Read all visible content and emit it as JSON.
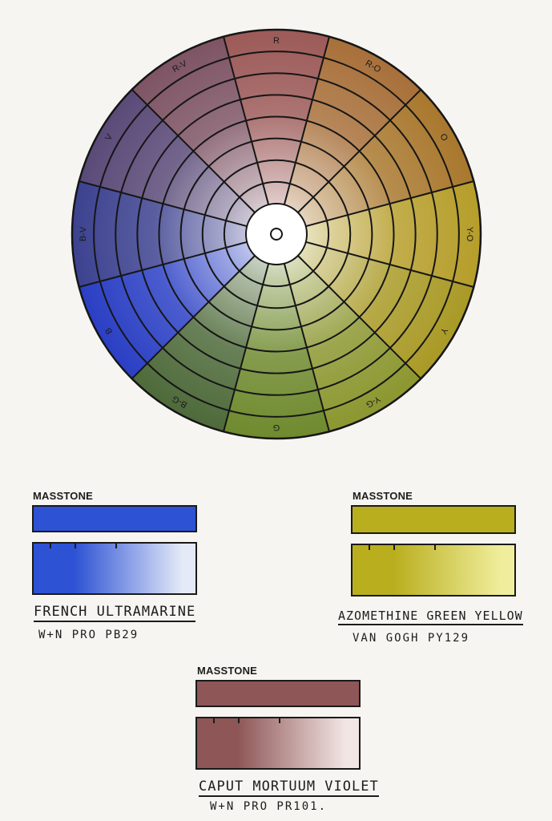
{
  "wheel": {
    "segment_labels": [
      "R",
      "R-O",
      "O",
      "Y-O",
      "Y",
      "Y-G",
      "G",
      "B-G",
      "B",
      "B-V",
      "V",
      "R-V"
    ],
    "colors": {
      "R": "#9c5a58",
      "R-O": "#a8703a",
      "O": "#a9782e",
      "Y-O": "#b69e2a",
      "Y": "#a99a26",
      "Y-G": "#8c9730",
      "G": "#6f8a2e",
      "B-G": "#4e6a3a",
      "B": "#2a3fc4",
      "B-V": "#3d4290",
      "V": "#5a4a78",
      "R-V": "#7e5464"
    }
  },
  "paints": [
    {
      "masstone_label": "MASSTONE",
      "name": "FRENCH ULTRAMARINE",
      "detail": "W+N PRO  PB29",
      "color_dark": "#2d52d4",
      "color_light": "#e4eaf8"
    },
    {
      "masstone_label": "MASSTONE",
      "name": "AZOMETHINE GREEN YELLOW",
      "detail": "VAN GOGH  PY129",
      "color_dark": "#b9ae1e",
      "color_light": "#f0ee9c"
    },
    {
      "masstone_label": "MASSTONE",
      "name": "CAPUT MORTUUM VIOLET",
      "detail": "W+N PRO  PR101.",
      "color_dark": "#8e5656",
      "color_light": "#f2e6e4"
    }
  ]
}
